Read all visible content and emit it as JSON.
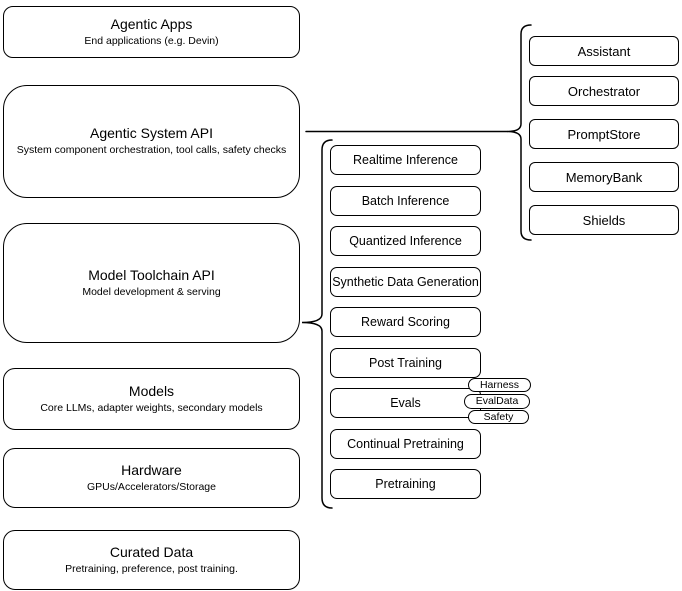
{
  "diagram": {
    "background": "#ffffff",
    "stroke_color": "#000000",
    "text_color": "#000000",
    "layers": [
      {
        "title": "Agentic Apps",
        "subtitle": "End applications (e.g. Devin)"
      },
      {
        "title": "Agentic System API",
        "subtitle": "System component orchestration, tool calls, safety checks"
      },
      {
        "title": "Model Toolchain API",
        "subtitle": "Model development & serving"
      },
      {
        "title": "Models",
        "subtitle": "Core LLMs, adapter weights, secondary models"
      },
      {
        "title": "Hardware",
        "subtitle": "GPUs/Accelerators/Storage"
      },
      {
        "title": "Curated Data",
        "subtitle": "Pretraining, preference, post training."
      }
    ],
    "toolchain_services": [
      "Realtime Inference",
      "Batch Inference",
      "Quantized Inference",
      "Synthetic Data Generation",
      "Reward Scoring",
      "Post Training",
      "Evals",
      "Continual Pretraining",
      "Pretraining"
    ],
    "eval_tags": [
      "Harness",
      "EvalData",
      "Safety"
    ],
    "system_components": [
      "Assistant",
      "Orchestrator",
      "PromptStore",
      "MemoryBank",
      "Shields"
    ]
  }
}
